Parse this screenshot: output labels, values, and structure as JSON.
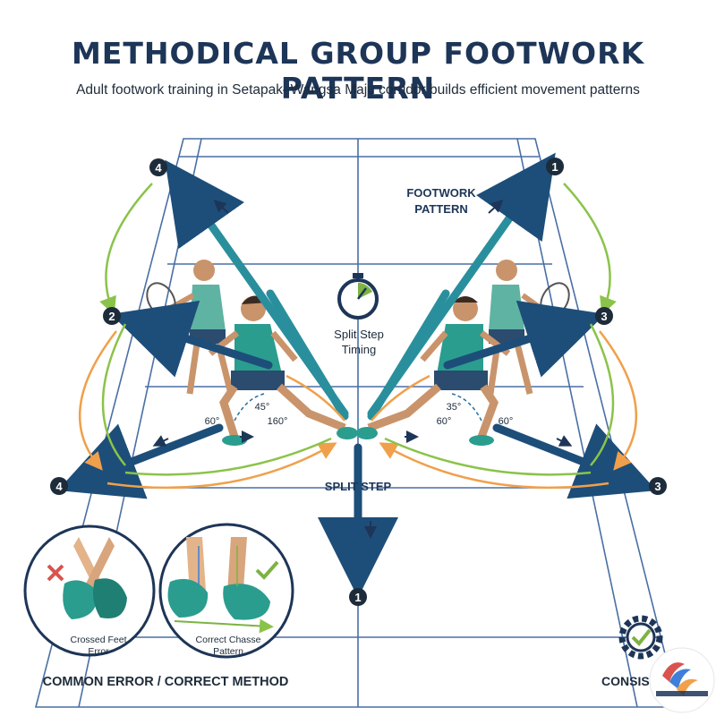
{
  "title": "METHODICAL GROUP FOOTWORK PATTERN",
  "subtitle": "Adult footwork training in Setapak–Wangsa Maju corridor builds efficient movement patterns",
  "labels": {
    "footwork_pattern_1": "FOOTWORK",
    "footwork_pattern_2": "PATTERN",
    "split_step_timing_1": "Split Step",
    "split_step_timing_2": "Timing",
    "split_step": "SPLIT STEP",
    "crossed_feet_1": "Crossed Feet",
    "crossed_feet_2": "Error",
    "correct_chasse_1": "Correct Chasse",
    "correct_chasse_2": "Pattern",
    "common_error_correct_method": "COMMON ERROR / CORRECT METHOD",
    "consistency": "CONSIS"
  },
  "markers": {
    "top_left": "4",
    "top_right": "1",
    "mid_left": "2",
    "mid_right": "3",
    "low_left": "4",
    "low_right": "3",
    "bottom": "1"
  },
  "angles": {
    "left_knee": "45°",
    "left_foot": "160°",
    "left_outer": "60°",
    "right_knee": "35°",
    "right_foot": "60°",
    "right_outer": "60°"
  },
  "colors": {
    "navy": "#1d3557",
    "teal": "#2a9d8f",
    "green": "#8bc34a",
    "orange": "#f0a04b",
    "court_line": "#4a6fa5",
    "error_red": "#d9534f",
    "ok_green": "#7cb342"
  },
  "icons": [
    "stopwatch-icon",
    "cross-icon",
    "check-icon",
    "gear-check-icon",
    "academy-logo"
  ]
}
